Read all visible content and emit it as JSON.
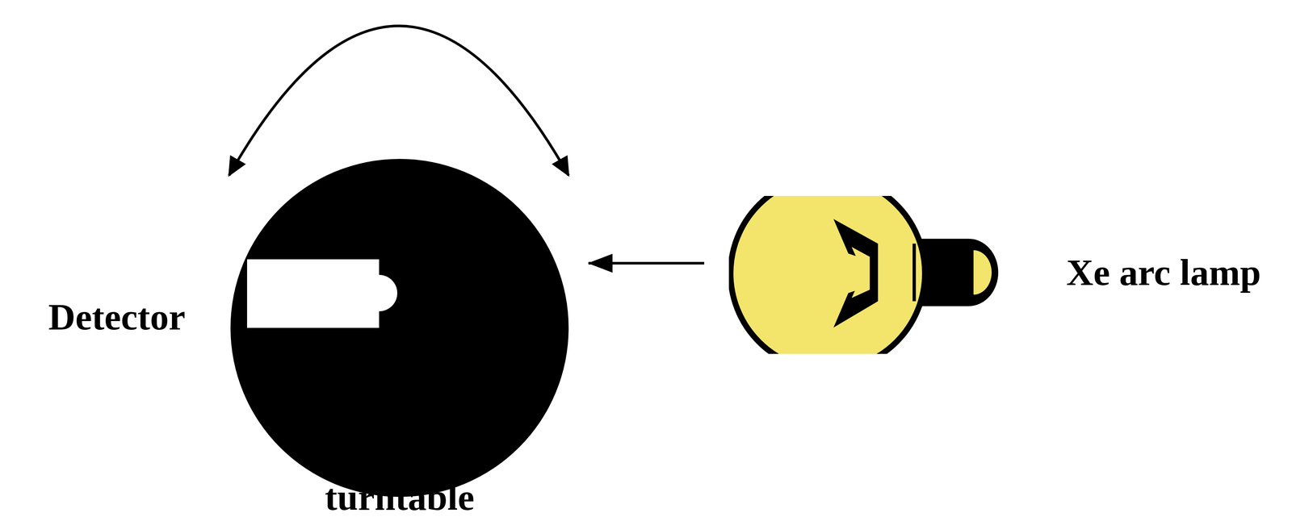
{
  "diagram": {
    "nodes": [
      {
        "text": [
          "turntable"
        ]
      },
      {
        "text": [
          "Detector"
        ],
        "in": 0
      },
      {
        "text": [
          "Xe arc lamp"
        ]
      }
    ],
    "edges": [
      {
        "from": 2,
        "to": 0,
        "arrow": "to"
      }
    ]
  }
}
